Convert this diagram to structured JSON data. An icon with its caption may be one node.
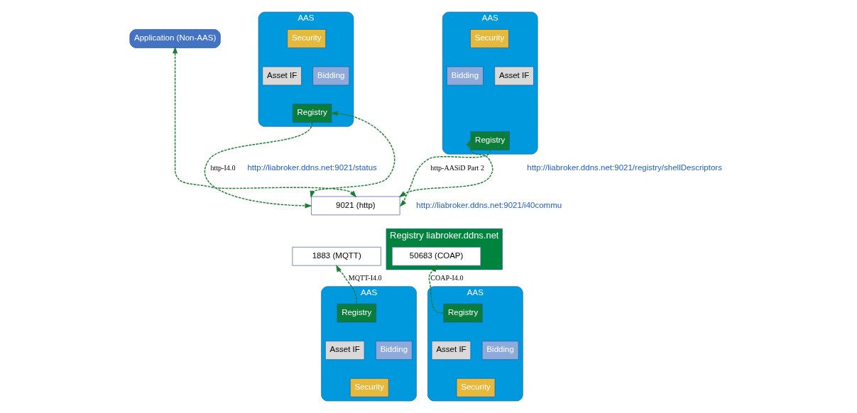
{
  "diagram": {
    "nodes": [
      {
        "text": [
          "Application (Non-AAS)"
        ]
      },
      {
        "text": [
          "AAS"
        ]
      },
      {
        "text": [
          "Security"
        ],
        "in": 1
      },
      {
        "text": [
          "Asset IF"
        ],
        "in": 1
      },
      {
        "text": [
          "Bidding"
        ],
        "in": 1
      },
      {
        "text": [
          "Registry"
        ],
        "in": 1
      },
      {
        "text": [
          "AAS"
        ]
      },
      {
        "text": [
          "Security"
        ],
        "in": 6
      },
      {
        "text": [
          "Bidding"
        ],
        "in": 6
      },
      {
        "text": [
          "Asset IF"
        ],
        "in": 6
      },
      {
        "text": [
          "Registry"
        ],
        "in": 6
      },
      {
        "text": [
          "9021 (http)"
        ]
      },
      {
        "text": [
          "Registry liabroker.ddns.net"
        ]
      },
      {
        "text": [
          "1883 (MQTT)"
        ]
      },
      {
        "text": [
          "50683 (COAP)"
        ],
        "in": 12
      },
      {
        "text": [
          "AAS"
        ]
      },
      {
        "text": [
          "Registry"
        ],
        "in": 15
      },
      {
        "text": [
          "Asset IF"
        ],
        "in": 15
      },
      {
        "text": [
          "Bidding"
        ],
        "in": 15
      },
      {
        "text": [
          "Security"
        ],
        "in": 15
      },
      {
        "text": [
          "AAS"
        ]
      },
      {
        "text": [
          "Registry"
        ],
        "in": 20
      },
      {
        "text": [
          "Asset IF"
        ],
        "in": 20
      },
      {
        "text": [
          "Bidding"
        ],
        "in": 20
      },
      {
        "text": [
          "Security"
        ],
        "in": 20
      }
    ],
    "edges": [
      {
        "from": 5,
        "to": 11,
        "arrow": "to",
        "label": "http-I4.0",
        "style": "dashed"
      },
      {
        "from": 5,
        "to": 11,
        "arrow": "both",
        "style": "dashed"
      },
      {
        "from": 0,
        "to": 11,
        "arrow": "both",
        "style": "dashed"
      },
      {
        "from": 10,
        "to": 11,
        "arrow": "both",
        "style": "dashed"
      },
      {
        "from": 10,
        "to": 11,
        "arrow": "to",
        "label": "http-AASiD Part 2",
        "style": "dashed"
      },
      {
        "from": 16,
        "to": 13,
        "arrow": "to",
        "label": "MQTT-I4.0",
        "style": "dashed"
      },
      {
        "from": 21,
        "to": 14,
        "arrow": "to",
        "label": "COAP-I4.0",
        "style": "dashed"
      }
    ],
    "labels": [
      "http://liabroker.ddns.net:9021/status",
      "http://liabroker.ddns.net:9021/i40commu",
      "http://liabroker.ddns.net:9021/registry/shellDescriptors"
    ]
  }
}
